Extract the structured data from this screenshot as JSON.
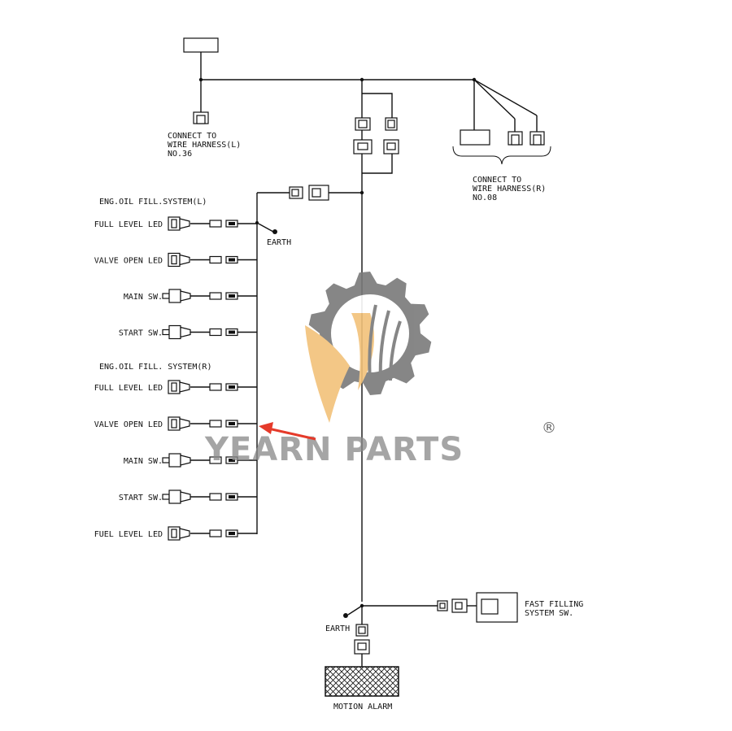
{
  "top_left_connector": {
    "label": "CONNECT TO\nWIRE HARNESS(L)\nNO.36"
  },
  "top_right_connector": {
    "label": "CONNECT TO\nWIRE HARNESS(R)\nNO.08"
  },
  "section_left": {
    "title": "ENG.OIL FILL.SYSTEM(L)",
    "items": [
      {
        "label": "FULL LEVEL LED",
        "kind": "led"
      },
      {
        "label": "VALVE OPEN LED",
        "kind": "led"
      },
      {
        "label": "MAIN SW.",
        "kind": "switch"
      },
      {
        "label": "START SW.",
        "kind": "switch"
      }
    ]
  },
  "section_right": {
    "title": "ENG.OIL FILL. SYSTEM(R)",
    "items": [
      {
        "label": "FULL LEVEL LED",
        "kind": "led"
      },
      {
        "label": "VALVE OPEN LED",
        "kind": "led"
      },
      {
        "label": "MAIN SW.",
        "kind": "switch"
      },
      {
        "label": "START SW.",
        "kind": "switch"
      },
      {
        "label": "FUEL LEVEL LED",
        "kind": "led"
      }
    ]
  },
  "earth_upper": "EARTH",
  "earth_lower": "EARTH",
  "fast_filling": "FAST FILLING\nSYSTEM SW.",
  "motion_alarm": "MOTION ALARM",
  "watermark": {
    "brand": "YEARN PARTS",
    "registered": "®",
    "gear_color": "#7a7a7a",
    "leaf_color": "#f2c27a"
  },
  "arrow_color": "#e53a2a"
}
